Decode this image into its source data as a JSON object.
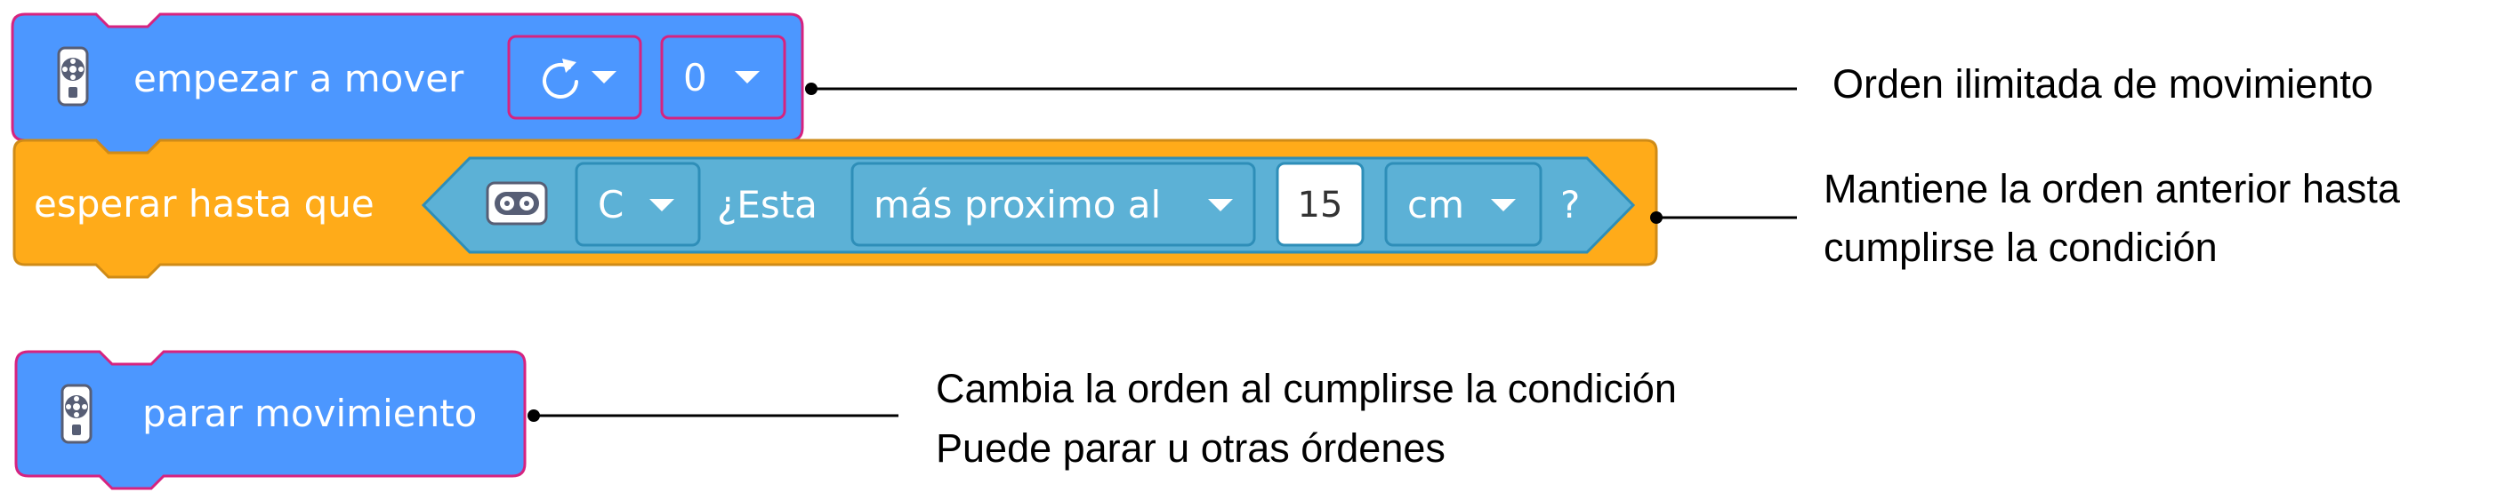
{
  "blocks": {
    "start_move": {
      "label": "empezar a mover",
      "direction_dropdown": {
        "icon": "rotate-clockwise-icon"
      },
      "speed_dropdown": {
        "value": "0"
      }
    },
    "wait_until": {
      "label": "esperar hasta que",
      "sensor_icon": "distance-sensor-icon",
      "port_dropdown": {
        "value": "C"
      },
      "question_prefix": "¿Esta",
      "comparison_dropdown": {
        "value": "más proximo al"
      },
      "distance_input": {
        "value": "15"
      },
      "unit_dropdown": {
        "value": "cm"
      },
      "question_suffix": "?"
    },
    "stop_move": {
      "label": "parar movimiento"
    }
  },
  "annotations": {
    "start_move": [
      "Orden ilimitada de movimiento"
    ],
    "wait_until": [
      "Mantiene la orden anterior hasta",
      "cumplirse la condición"
    ],
    "stop_move": [
      "Cambia la orden al cumplirse la condición",
      "Puede parar u otras órdenes"
    ]
  },
  "colors": {
    "motion_block": "#4C97FF",
    "motion_block_border": "#3373CC",
    "control_block": "#FFAB19",
    "control_block_border": "#CF8B17",
    "sensor_block": "#5CB1D6",
    "sensor_block_border": "#2E8EB8",
    "highlight_border": "#D6237F"
  }
}
